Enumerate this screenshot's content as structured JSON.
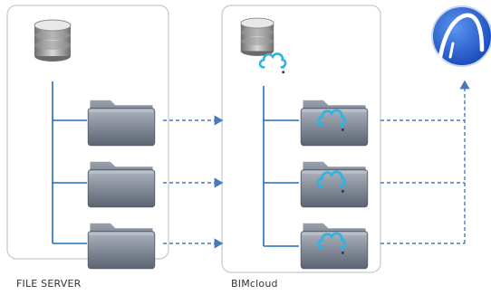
{
  "panels": {
    "file_server": {
      "label": "FILE SERVER"
    },
    "bimcloud": {
      "label": "BIMcloud"
    }
  },
  "icons": {
    "database": "database-icon",
    "cloud_database": "cloud-database-icon",
    "folder": "folder-icon",
    "cloud_folder": "cloud-folder-icon",
    "app_logo": "archicad-logo-icon"
  },
  "colors": {
    "panel_border": "#c8c8c8",
    "tree_line": "#1f6fbf",
    "dashed_arrow": "#4a79b8",
    "folder_top": "#a9b0bc",
    "folder_bottom": "#5e6674",
    "cloud_accent": "#2fb3e0",
    "logo_blue": "#1e5fd8"
  },
  "counts": {
    "folders_per_panel": 3
  }
}
